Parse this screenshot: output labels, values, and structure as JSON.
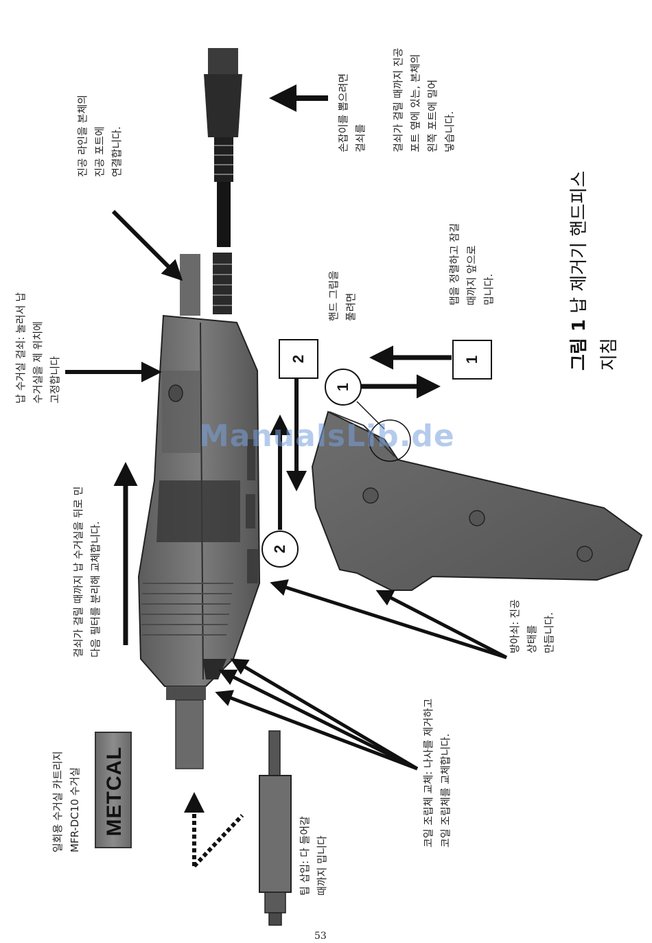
{
  "figure": {
    "caption_prefix": "그림 1",
    "caption_title": "납 제거기   핸드피스",
    "caption_line2": "지침"
  },
  "labels": {
    "vacuum_line": [
      "진공 라인을 본체의",
      "진공 포트에",
      "연결합니다."
    ],
    "handpiece_pull": [
      "손잡이를 뽑으려면",
      "걸쇠를"
    ],
    "latch_port": [
      "걸쇠가 걸릴 때까지 진공",
      "포트 옆에 있는, 본체의",
      "왼쪽 포트에 밀어",
      "넣습니다."
    ],
    "tab_align": [
      "탭을 정렬하고 잠길",
      "때까지 앞으로",
      "밉니다."
    ],
    "grip_remove": [
      "핸드 그립을",
      "풀려면"
    ],
    "chamber_latch": [
      "납 수거실 걸쇠: 눌러서 납",
      "수거실을 제 위치에",
      "고정합니다"
    ],
    "filter_replace": [
      "걸쇠가 걸릴 때까지 납 수거실을 뒤로 민",
      "다음 필터를 분리해 교체합니다."
    ],
    "trigger": [
      "방아쇠: 진공",
      "상태를",
      "만듭니다."
    ],
    "coil_replace": [
      "코일 조립체 교체: 나사를 제거하고",
      "코일 조립체를 교체합니다."
    ],
    "tip_insert": [
      "팁 삽입: 다 들어갈",
      "때까지 밉니다"
    ],
    "cartridge": [
      "일회용 수거실 카트리지",
      "MFR-DC10 수거실"
    ]
  },
  "callouts": {
    "box_1": "1",
    "box_2": "2",
    "circle_1": "1",
    "circle_2": "2"
  },
  "logo_text": "METCAL",
  "page_number": "53",
  "watermark": "ManualsLib.de"
}
